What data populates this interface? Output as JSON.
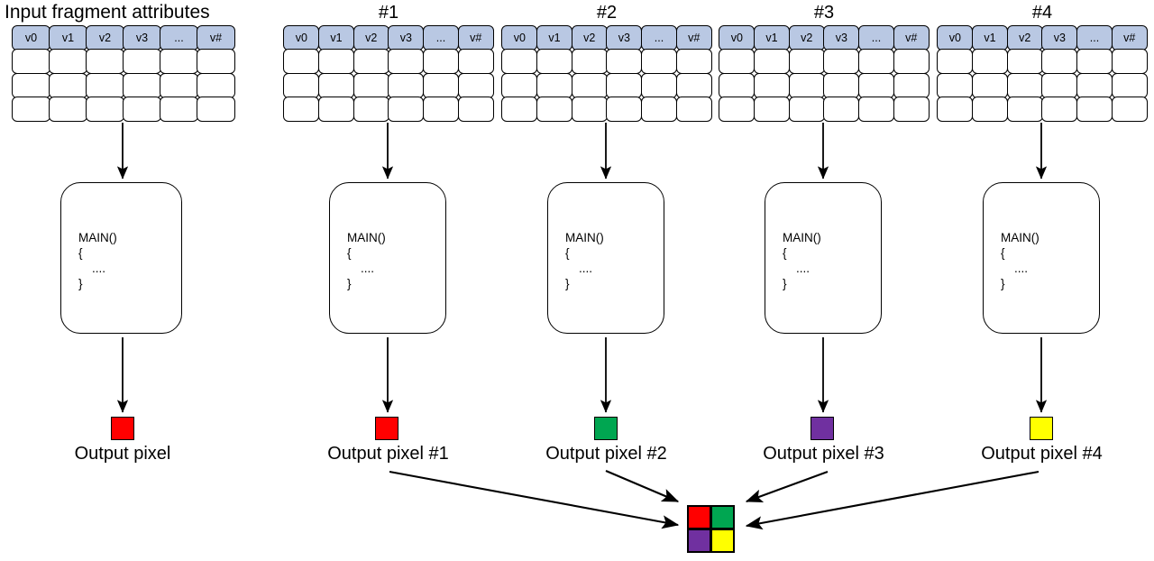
{
  "diagram": {
    "left_section": {
      "title": "Input fragment attributes",
      "table": {
        "headers": [
          "v0",
          "v1",
          "v2",
          "v3",
          "...",
          "v#"
        ],
        "empty_rows": 3
      },
      "shader": {
        "code": "MAIN()\n{\n    ....\n}"
      },
      "output": {
        "label": "Output pixel",
        "color": "#ff0000"
      }
    },
    "right_section": {
      "columns": [
        {
          "title": "#1",
          "table": {
            "headers": [
              "v0",
              "v1",
              "v2",
              "v3",
              "...",
              "v#"
            ],
            "empty_rows": 3
          },
          "shader": {
            "code": "MAIN()\n{\n    ....\n}"
          },
          "output": {
            "label": "Output pixel #1",
            "color": "#ff0000"
          }
        },
        {
          "title": "#2",
          "table": {
            "headers": [
              "v0",
              "v1",
              "v2",
              "v3",
              "...",
              "v#"
            ],
            "empty_rows": 3
          },
          "shader": {
            "code": "MAIN()\n{\n    ....\n}"
          },
          "output": {
            "label": "Output pixel #2",
            "color": "#00a651"
          }
        },
        {
          "title": "#3",
          "table": {
            "headers": [
              "v0",
              "v1",
              "v2",
              "v3",
              "...",
              "v#"
            ],
            "empty_rows": 3
          },
          "shader": {
            "code": "MAIN()\n{\n    ....\n}"
          },
          "output": {
            "label": "Output pixel #3",
            "color": "#7030a0"
          }
        },
        {
          "title": "#4",
          "table": {
            "headers": [
              "v0",
              "v1",
              "v2",
              "v3",
              "...",
              "v#"
            ],
            "empty_rows": 3
          },
          "shader": {
            "code": "MAIN()\n{\n    ....\n}"
          },
          "output": {
            "label": "Output pixel #4",
            "color": "#ffff00"
          }
        }
      ],
      "merged_pixel": {
        "top_left": "#ff0000",
        "top_right": "#00a651",
        "bottom_left": "#7030a0",
        "bottom_right": "#ffff00"
      }
    },
    "colors": {
      "header_fill": "#b9c8e3",
      "stroke": "#000000",
      "background": "#ffffff"
    }
  }
}
